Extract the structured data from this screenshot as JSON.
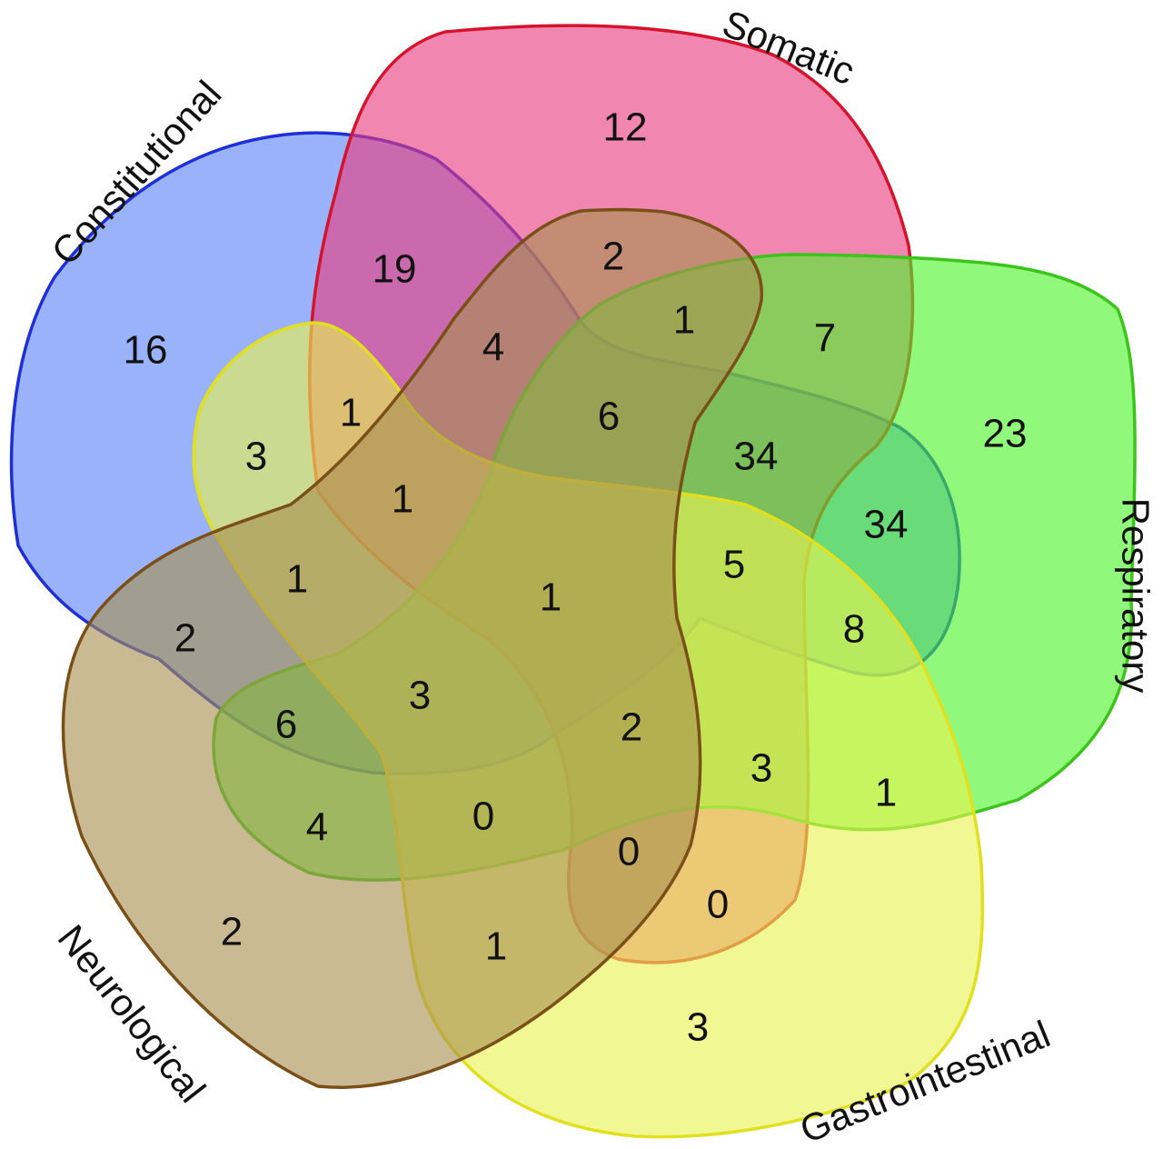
{
  "sets": [
    {
      "id": "constitutional",
      "label": "Constitutional",
      "color": "#5b82f7",
      "stroke": "#1e2fd8"
    },
    {
      "id": "somatic",
      "label": "Somatic",
      "color": "#e83c80",
      "stroke": "#d4142c"
    },
    {
      "id": "respiratory",
      "label": "Respiratory",
      "color": "#4cf428",
      "stroke": "#3cc41c"
    },
    {
      "id": "gastrointestinal",
      "label": "Gastrointestinal",
      "color": "#e9f450",
      "stroke": "#e0e020"
    },
    {
      "id": "neurological",
      "label": "Neurological",
      "color": "#a89050",
      "stroke": "#7a5018"
    }
  ],
  "regions": [
    {
      "sets": [
        "somatic"
      ],
      "count": "12"
    },
    {
      "sets": [
        "constitutional",
        "somatic"
      ],
      "count": "19"
    },
    {
      "sets": [
        "constitutional"
      ],
      "count": "16"
    },
    {
      "sets": [
        "somatic",
        "gastrointestinal"
      ],
      "count": "2"
    },
    {
      "sets": [
        "somatic",
        "gastrointestinal",
        "respiratory"
      ],
      "count": "1"
    },
    {
      "sets": [
        "somatic",
        "respiratory"
      ],
      "count": "7"
    },
    {
      "sets": [
        "constitutional",
        "somatic",
        "gastrointestinal"
      ],
      "count": "4"
    },
    {
      "sets": [
        "somatic",
        "gastrointestinal",
        "respiratory",
        "constitutional"
      ],
      "count": "6"
    },
    {
      "sets": [
        "constitutional",
        "neurological"
      ],
      "count": "3"
    },
    {
      "sets": [
        "constitutional",
        "somatic",
        "neurological"
      ],
      "count": "1"
    },
    {
      "sets": [
        "somatic",
        "respiratory",
        "constitutional"
      ],
      "count": "34"
    },
    {
      "sets": [
        "constitutional",
        "respiratory"
      ],
      "count": "34"
    },
    {
      "sets": [
        "respiratory"
      ],
      "count": "23"
    },
    {
      "sets": [
        "constitutional",
        "somatic",
        "gastrointestinal",
        "neurological"
      ],
      "count": "1"
    },
    {
      "sets": [
        "constitutional",
        "gastrointestinal",
        "neurological"
      ],
      "count": "1"
    },
    {
      "sets": [
        "constitutional",
        "somatic",
        "respiratory",
        "gastrointestinal",
        "neurological"
      ],
      "count": "1"
    },
    {
      "sets": [
        "somatic",
        "respiratory",
        "constitutional",
        "neurological"
      ],
      "count": "5"
    },
    {
      "sets": [
        "constitutional",
        "respiratory",
        "neurological"
      ],
      "count": "8"
    },
    {
      "sets": [
        "constitutional",
        "gastrointestinal"
      ],
      "count": "2"
    },
    {
      "sets": [
        "constitutional",
        "gastrointestinal",
        "neurological",
        "respiratory"
      ],
      "count": "3"
    },
    {
      "sets": [
        "constitutional",
        "gastrointestinal",
        "respiratory"
      ],
      "count": "6"
    },
    {
      "sets": [
        "constitutional",
        "somatic",
        "respiratory",
        "neurological",
        "gastrointestinal"
      ],
      "count": "2"
    },
    {
      "sets": [
        "somatic",
        "respiratory",
        "neurological"
      ],
      "count": "3"
    },
    {
      "sets": [
        "respiratory",
        "neurological"
      ],
      "count": "1"
    },
    {
      "sets": [
        "gastrointestinal",
        "respiratory"
      ],
      "count": "4"
    },
    {
      "sets": [
        "gastrointestinal",
        "respiratory",
        "neurological"
      ],
      "count": "0"
    },
    {
      "sets": [
        "gastrointestinal",
        "somatic",
        "neurological",
        "respiratory"
      ],
      "count": "0"
    },
    {
      "sets": [
        "somatic",
        "neurological"
      ],
      "count": "0"
    },
    {
      "sets": [
        "gastrointestinal"
      ],
      "count": "2"
    },
    {
      "sets": [
        "gastrointestinal",
        "neurological"
      ],
      "count": "1"
    },
    {
      "sets": [
        "neurological"
      ],
      "count": "3"
    }
  ]
}
